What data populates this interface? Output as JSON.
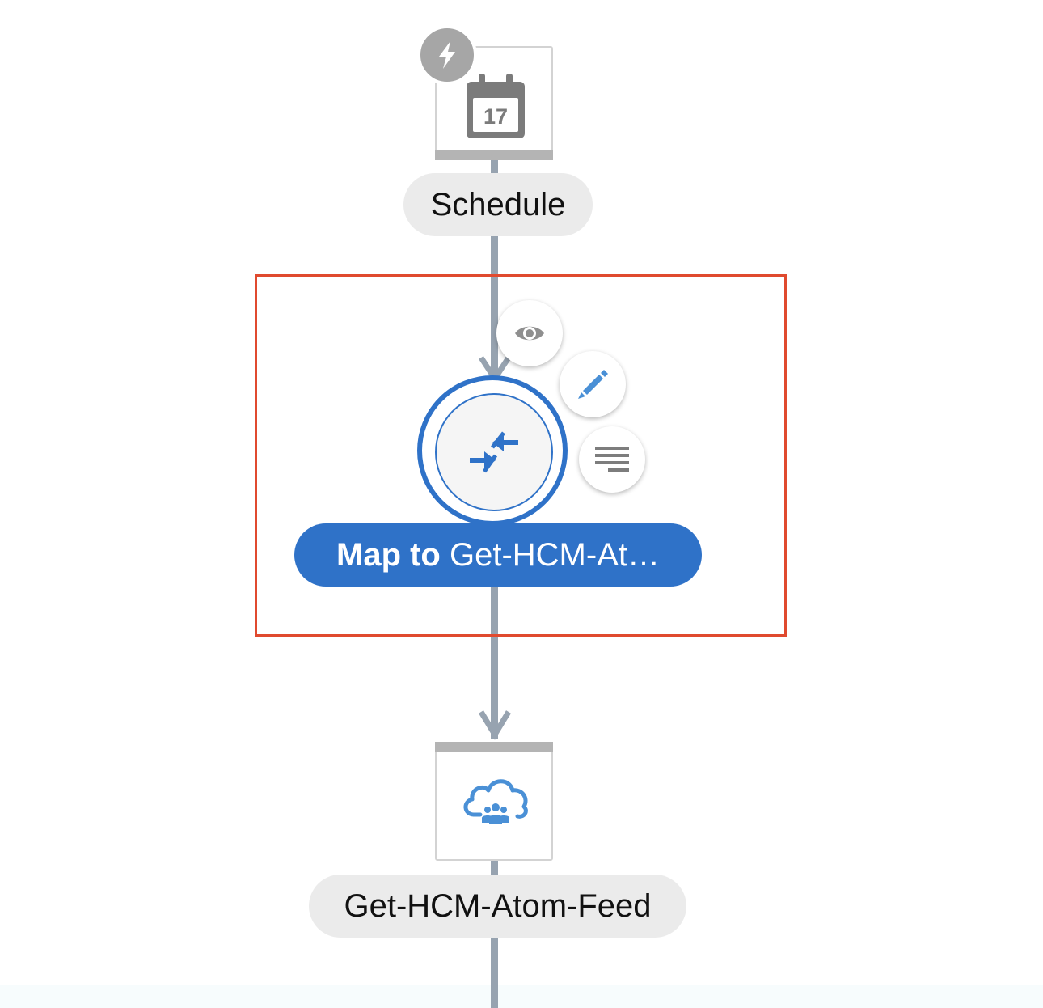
{
  "canvas": {
    "colors": {
      "connector": "#97a3b0",
      "selection": "#e04a2f",
      "accent": "#2f72c8",
      "pill_bg": "#ebebeb"
    }
  },
  "trigger_node": {
    "badge_icon": "lightning-bolt-icon",
    "icon": "calendar-icon",
    "calendar_day": "17",
    "label": "Schedule"
  },
  "map_node": {
    "icon": "map-arrows-icon",
    "label_bold": "Map to",
    "label_rest": " Get-HCM-At…",
    "actions": [
      {
        "name": "view",
        "icon": "eye-icon"
      },
      {
        "name": "edit",
        "icon": "pencil-icon"
      },
      {
        "name": "more",
        "icon": "menu-lines-icon"
      }
    ]
  },
  "invoke_node": {
    "icon": "hcm-cloud-icon",
    "label": "Get-HCM-Atom-Feed"
  }
}
